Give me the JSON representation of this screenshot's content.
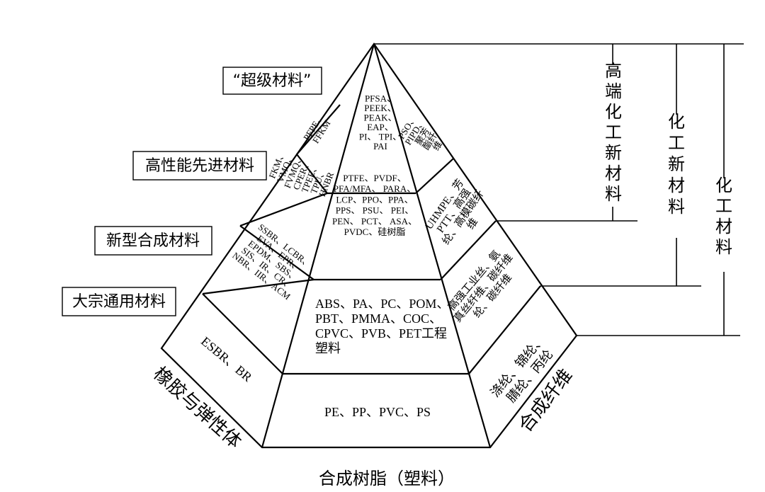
{
  "tiers": {
    "super": "“超级材料”",
    "high_performance": "高性能先进材料",
    "new_synthetic": "新型合成材料",
    "commodity": "大宗通用材料"
  },
  "brackets": {
    "high_end_chemical_new_materials": "高端化工新材料",
    "chemical_new_materials": "化工新材料",
    "chemical_materials": "化工材料"
  },
  "faces": {
    "rubber": "橡胶与弹性体",
    "resin": "合成树脂（塑料）",
    "fiber": "合成纤维"
  },
  "cells": {
    "rubber": [
      [
        "PFPE、",
        "FFKM"
      ],
      [
        "FKM、",
        "VMQ、",
        "FVMQ、",
        "CPER、",
        "TPEE、",
        "TPU、",
        "HNBR"
      ],
      [
        "SSBR、LCBR、",
        "EVA、EPR、",
        "EPDM、SBS、",
        "SIS、IR、CR、",
        "NBR、IIR、ACM"
      ],
      [
        "ESBR、BR"
      ]
    ],
    "resin": [
      [
        "PFSA、",
        "PEEK、",
        "PEAK、",
        "EAP、",
        "PI、 TPI、",
        "PAI"
      ],
      [
        "PTFE、PVDF、",
        "PFA/MFA、 PARA、",
        "LCP、PPO、PPA、",
        "PPS、 PSU、 PEI、",
        "PEN、 PCT、 ASA、",
        "PVDC、硅树脂"
      ],
      [
        "ABS、PA、PC、POM、",
        "PBT、PMMA、COC、",
        "CPVC、PVB、PET工程",
        "塑料"
      ],
      [
        "PE、PP、PVC、PS"
      ]
    ],
    "fiber": [
      [
        "PSO、",
        "PIPD、",
        "聚芳",
        "酯纤",
        "维"
      ],
      [
        "UHMPE、芳",
        "PTT、高强",
        "纶、高模碳纤",
        "维"
      ],
      [
        "高强工业丝、氨",
        "真丝纤维、碳纤维",
        "纶、碳纤维"
      ],
      [
        "涤纶、锦纶、",
        "腈纶、丙纶"
      ]
    ]
  }
}
